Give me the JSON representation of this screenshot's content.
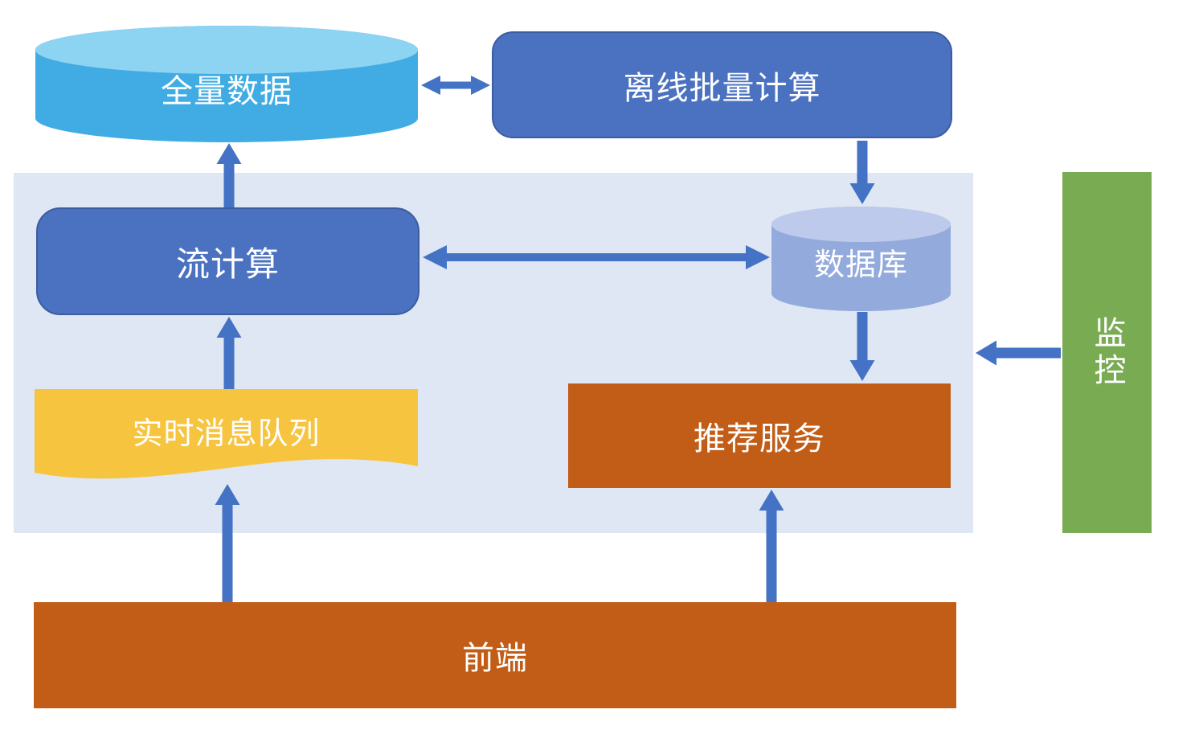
{
  "diagram": {
    "type": "architecture-flow",
    "nodes": {
      "full_data": {
        "label": "全量数据",
        "shape": "cylinder",
        "color": "#41ACE3",
        "top_color": "#8DD3F2"
      },
      "offline_batch": {
        "label": "离线批量计算",
        "shape": "rounded-rect",
        "color": "#4B72C0",
        "border_color": "#3C5CA0"
      },
      "stream_compute": {
        "label": "流计算",
        "shape": "rounded-rect",
        "color": "#4B72C0",
        "border_color": "#3C5CA0"
      },
      "database": {
        "label": "数据库",
        "shape": "cylinder",
        "color": "#93AADC",
        "top_color": "#BDCAEB"
      },
      "realtime_queue": {
        "label": "实时消息队列",
        "shape": "document-wave",
        "color": "#F7C440"
      },
      "recommend_service": {
        "label": "推荐服务",
        "shape": "rect",
        "color": "#C25D17"
      },
      "frontend": {
        "label": "前端",
        "shape": "rect",
        "color": "#C25D17"
      },
      "monitoring": {
        "label": "监控",
        "shape": "rect",
        "color": "#79AB53"
      },
      "platform_panel": {
        "label": "",
        "shape": "background-panel",
        "color": "#DEE7F3"
      }
    },
    "edges": [
      {
        "from": "full_data",
        "to": "offline_batch",
        "type": "bidirectional"
      },
      {
        "from": "offline_batch",
        "to": "database",
        "type": "arrow"
      },
      {
        "from": "stream_compute",
        "to": "database",
        "type": "bidirectional"
      },
      {
        "from": "database",
        "to": "recommend_service",
        "type": "arrow"
      },
      {
        "from": "realtime_queue",
        "to": "stream_compute",
        "type": "arrow"
      },
      {
        "from": "stream_compute",
        "to": "full_data",
        "type": "arrow"
      },
      {
        "from": "frontend",
        "to": "realtime_queue",
        "type": "arrow"
      },
      {
        "from": "frontend",
        "to": "recommend_service",
        "type": "arrow"
      },
      {
        "from": "monitoring",
        "to": "platform_panel",
        "type": "arrow"
      }
    ],
    "arrow_color": "#4472C4",
    "text_color": "#FFFFFF"
  }
}
